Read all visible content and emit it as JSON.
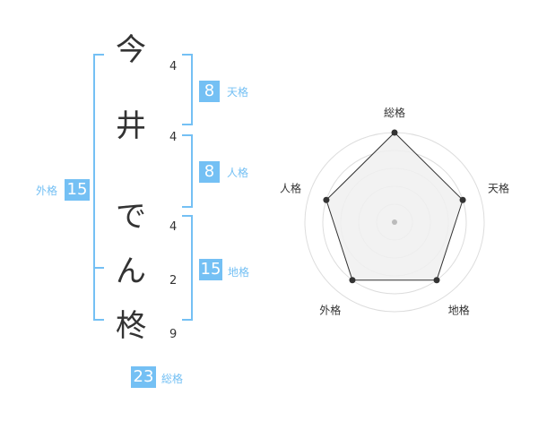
{
  "name": {
    "chars": [
      {
        "char": "今",
        "strokes": "4"
      },
      {
        "char": "井",
        "strokes": "4"
      },
      {
        "char": "で",
        "strokes": "4"
      },
      {
        "char": "ん",
        "strokes": "2"
      },
      {
        "char": "柊",
        "strokes": "9"
      }
    ]
  },
  "fortune": {
    "ten": {
      "value": "8",
      "label": "天格"
    },
    "jin": {
      "value": "8",
      "label": "人格"
    },
    "chi": {
      "value": "15",
      "label": "地格"
    },
    "gai": {
      "value": "15",
      "label": "外格"
    },
    "sou": {
      "value": "23",
      "label": "総格"
    }
  },
  "colors": {
    "accent": "#74c0f4",
    "text": "#333333"
  },
  "chart_data": {
    "type": "radar",
    "axes": [
      "総格",
      "天格",
      "地格",
      "外格",
      "人格"
    ],
    "values": [
      5,
      4,
      4,
      4,
      4
    ],
    "max": 5
  }
}
